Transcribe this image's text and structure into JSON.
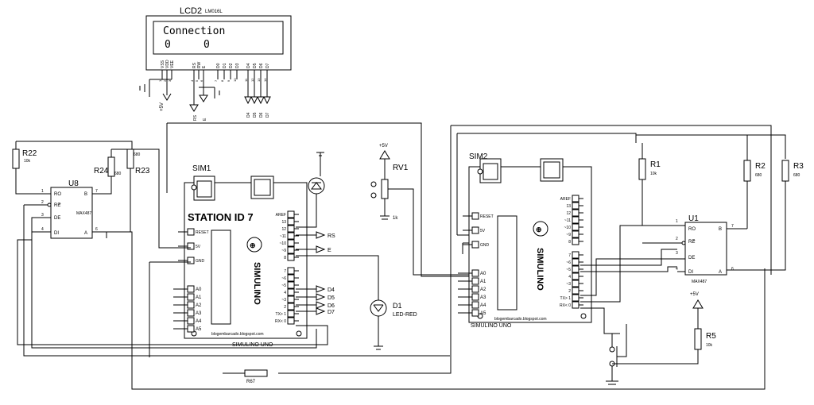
{
  "lcd": {
    "ref": "LCD2",
    "model": "LM016L",
    "line1": "Connection",
    "line2_a": "0",
    "line2_b": "0",
    "pins": [
      "VSS",
      "VDD",
      "VEE",
      "RS",
      "RW",
      "E",
      "D0",
      "D1",
      "D2",
      "D3",
      "D4",
      "D5",
      "D6",
      "D7"
    ],
    "nums": [
      "1",
      "2",
      "3",
      "4",
      "5",
      "6",
      "7",
      "8",
      "9",
      "10",
      "11",
      "12",
      "13",
      "14"
    ],
    "bus_labels": [
      "RS",
      "E",
      "D4",
      "D5",
      "D6",
      "D7"
    ],
    "vcc": "+5V"
  },
  "station_label": "STATION ID 7",
  "sim1": {
    "ref": "SIM1",
    "brand": "SIMULINO",
    "name": "SIMULINO UNO",
    "url": "blogembarcado.blogspot.com",
    "power_pins": [
      "RESET",
      "5V",
      "GND"
    ],
    "analog_pins": [
      "A0",
      "A1",
      "A2",
      "A3",
      "A4",
      "A5"
    ],
    "digital_pins": [
      "AREF",
      "13",
      "12",
      "~11",
      "~10",
      "~9",
      "8",
      "7",
      "~6",
      "~5",
      "4",
      "~3",
      "2",
      "TX> 1",
      "RX< 0"
    ]
  },
  "sim2": {
    "ref": "SIM2",
    "brand": "SIMULINO",
    "name": "SIMULINO UNO",
    "url": "blogembarcado.blogspot.com",
    "power_pins": [
      "RESET",
      "5V",
      "GND"
    ],
    "analog_pins": [
      "A0",
      "A1",
      "A2",
      "A3",
      "A4",
      "A5"
    ],
    "digital_pins": [
      "AREF",
      "13",
      "12",
      "~11",
      "~10",
      "~9",
      "8",
      "7",
      "~6",
      "~5",
      "4",
      "~3",
      "2",
      "TX> 1",
      "RX< 0"
    ]
  },
  "signals": {
    "rs": "RS",
    "e": "E",
    "d4": "D4",
    "d5": "D5",
    "d6": "D6",
    "d7": "D7"
  },
  "u8": {
    "ref": "U8",
    "chip": "MAX487",
    "pins_left": [
      "RO",
      "RE",
      "DE",
      "DI"
    ],
    "nums_left": [
      "1",
      "2",
      "3",
      "4"
    ],
    "pins_right": [
      "B",
      "A"
    ],
    "nums_right": [
      "7",
      "6"
    ]
  },
  "u1": {
    "ref": "U1",
    "chip": "MAX487",
    "pins_left": [
      "RO",
      "RE",
      "DE",
      "DI"
    ],
    "nums_left": [
      "1",
      "2",
      "3",
      "4"
    ],
    "pins_right": [
      "B",
      "A"
    ],
    "nums_right": [
      "7",
      "6"
    ]
  },
  "resistors": {
    "r22": {
      "ref": "R22",
      "val": "10k"
    },
    "r24": {
      "ref": "R24",
      "val": "680"
    },
    "r23": {
      "ref": "R23",
      "val": "680"
    },
    "r1": {
      "ref": "R1",
      "val": "10k"
    },
    "r2": {
      "ref": "R2",
      "val": "680"
    },
    "r3": {
      "ref": "R3",
      "val": "680"
    },
    "r5": {
      "ref": "R5",
      "val": "10k"
    },
    "r67": {
      "ref": "R67"
    }
  },
  "rv1": {
    "ref": "RV1",
    "val": "1k",
    "vcc": "+5V"
  },
  "d1": {
    "ref": "D1",
    "model": "LED-RED"
  },
  "vcc_r5": "+5V"
}
